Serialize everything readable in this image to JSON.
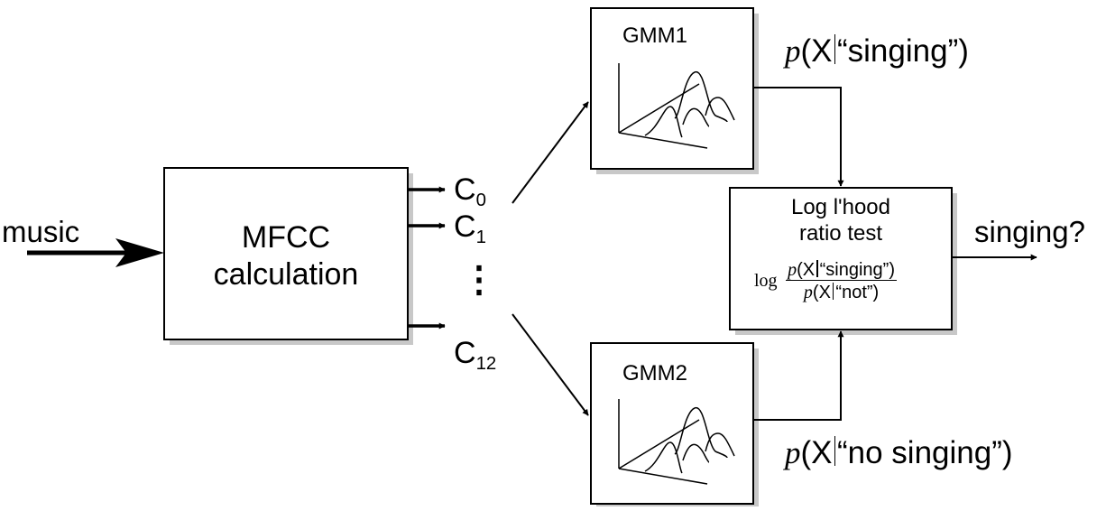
{
  "input_label": "music",
  "mfcc": {
    "line1": "MFCC",
    "line2": "calculation"
  },
  "coeffs": {
    "c0": {
      "base": "C",
      "sub": "0"
    },
    "c1": {
      "base": "C",
      "sub": "1"
    },
    "dots": "⋮",
    "c12": {
      "base": "C",
      "sub": "12"
    }
  },
  "gmm1": {
    "title": "GMM1"
  },
  "gmm2": {
    "title": "GMM2"
  },
  "p_singing": {
    "p": "p",
    "open": "(X",
    "cond": "“singing”)"
  },
  "p_no_singing": {
    "p": "p",
    "open": "(X",
    "cond": "“no singing”)"
  },
  "llr": {
    "line1": "Log l'hood",
    "line2": "ratio test",
    "log": "log",
    "num_p": "p",
    "num_open": "(X",
    "num_cond": "“singing”)",
    "den_p": "p",
    "den_open": "(X",
    "den_cond": "“not”)"
  },
  "output_label": "singing?",
  "colors": {
    "stroke": "#000000",
    "shadow": "#c8c8c8",
    "background": "#ffffff"
  }
}
